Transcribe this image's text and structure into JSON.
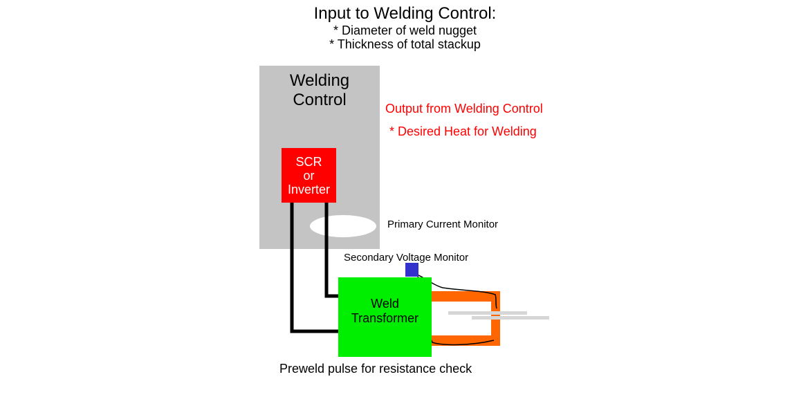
{
  "title": "Input to Welding Control:",
  "inputs": [
    "* Diameter of weld nugget",
    "* Thickness of total stackup"
  ],
  "welding_control": {
    "lines": [
      "Welding",
      "Control"
    ],
    "color": "#c4c4c4"
  },
  "scr": {
    "lines": [
      "SCR",
      "or",
      "Inverter"
    ],
    "color": "#ff0000"
  },
  "transformer": {
    "lines": [
      "Weld",
      "Transformer"
    ],
    "color": "#00ee00"
  },
  "output": {
    "heading": "Output from Welding Control",
    "item": "* Desired Heat for Welding",
    "color": "#ff0000"
  },
  "labels": {
    "primary_monitor": "Primary Current Monitor",
    "secondary_monitor": "Secondary Voltage Monitor",
    "preweld": "Preweld pulse for resistance check"
  },
  "colors": {
    "weld_arms": "#ff6600",
    "voltage_monitor": "#3333cc"
  }
}
